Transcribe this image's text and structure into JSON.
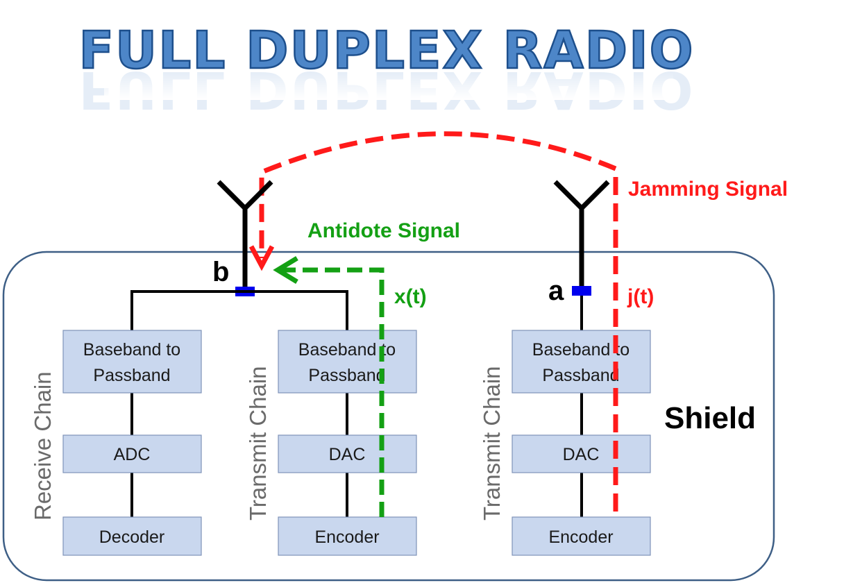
{
  "title": "FULL DUPLEX RADIO",
  "signals": {
    "jamming": "Jamming Signal",
    "antidote": "Antidote Signal",
    "x_t": "x(t)",
    "j_t": "j(t)"
  },
  "nodes": {
    "b": "b",
    "a": "a"
  },
  "shield": "Shield",
  "chains": {
    "receive": "Receive Chain",
    "transmit1": "Transmit Chain",
    "transmit2": "Transmit Chain"
  },
  "blocks": {
    "col1": {
      "top_line1": "Baseband to",
      "top_line2": "Passband",
      "mid": "ADC",
      "bottom": "Decoder"
    },
    "col2": {
      "top_line1": "Baseband to",
      "top_line2": "Passband",
      "mid": "DAC",
      "bottom": "Encoder"
    },
    "col3": {
      "top_line1": "Baseband to",
      "top_line2": "Passband",
      "mid": "DAC",
      "bottom": "Encoder"
    }
  },
  "colors": {
    "jamming": "#ff1a1a",
    "antidote": "#14a014",
    "block_fill": "#c9d7ee",
    "shield_border": "#3e5f86",
    "title": "#4d86c8"
  }
}
